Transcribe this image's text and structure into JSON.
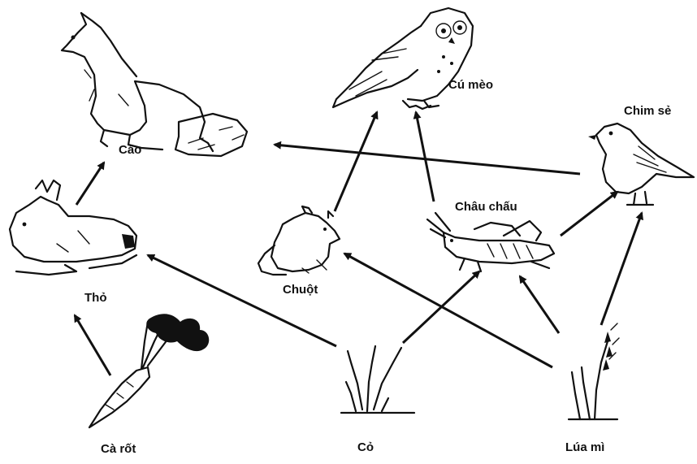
{
  "organisms": {
    "fox": "Cáo",
    "owl": "Cú mèo",
    "sparrow": "Chim sẻ",
    "rabbit": "Thỏ",
    "mouse": "Chuột",
    "grasshopper": "Châu chấu",
    "carrot": "Cà rốt",
    "grass": "Cỏ",
    "wheat": "Lúa mì"
  },
  "relations": [
    {
      "from": "Cà rốt",
      "to": "Thỏ"
    },
    {
      "from": "Thỏ",
      "to": "Cáo"
    },
    {
      "from": "Chim sẻ",
      "to": "Cáo"
    },
    {
      "from": "Cỏ",
      "to": "Thỏ"
    },
    {
      "from": "Cỏ",
      "to": "Châu chấu"
    },
    {
      "from": "Chuột",
      "to": "Cú mèo"
    },
    {
      "from": "Châu chấu",
      "to": "Cú mèo"
    },
    {
      "from": "Châu chấu",
      "to": "Chim sẻ"
    },
    {
      "from": "Lúa mì",
      "to": "Chuột"
    },
    {
      "from": "Lúa mì",
      "to": "Châu chấu"
    },
    {
      "from": "Lúa mì",
      "to": "Chim sẻ"
    }
  ]
}
